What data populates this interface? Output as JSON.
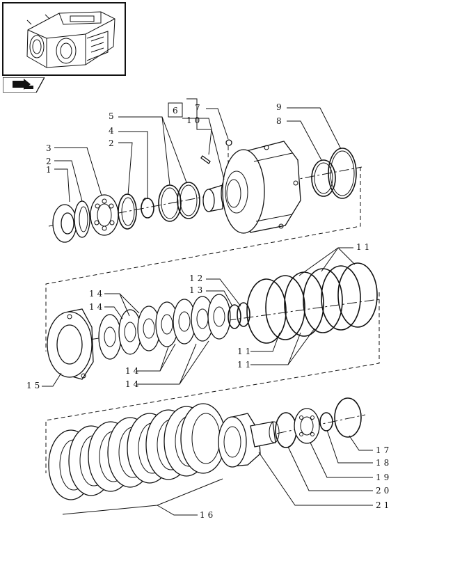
{
  "callouts": [
    "1",
    "2",
    "2",
    "3",
    "4",
    "5",
    "6",
    "7",
    "8",
    "9",
    "10",
    "11",
    "11",
    "11",
    "12",
    "13",
    "14",
    "14",
    "14",
    "14",
    "15",
    "16",
    "17",
    "18",
    "19",
    "20",
    "21"
  ],
  "icons": {
    "thumbnail": "transmission-housing-icon",
    "nav": "page-arrow-icon"
  }
}
